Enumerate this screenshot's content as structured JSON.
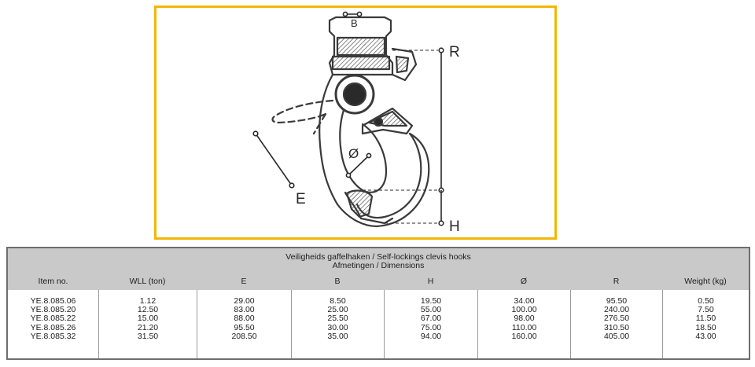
{
  "diagram": {
    "labels": {
      "r": "R",
      "h": "H",
      "e": "E",
      "b": "B",
      "diameter": "Ø"
    },
    "frame_color": "#f2b705"
  },
  "table": {
    "title_line1": "Veiligheids gaffelhaken / Self-lockings clevis hooks",
    "title_line2": "Afmetingen / Dimensions",
    "header_color": "#c9c9c9",
    "columns": [
      "Item no.",
      "WLL (ton)",
      "E",
      "B",
      "H",
      "Ø",
      "R",
      "Weight (kg)"
    ],
    "rows": [
      [
        "YE.8.085.06",
        "1.12",
        "29.00",
        "8.50",
        "19.50",
        "34.00",
        "95.50",
        "0.50"
      ],
      [
        "YE.8.085.20",
        "12.50",
        "83.00",
        "25.00",
        "55.00",
        "100.00",
        "240.00",
        "7.50"
      ],
      [
        "YE.8.085.22",
        "15.00",
        "88.00",
        "25.50",
        "67.00",
        "98.00",
        "276.50",
        "11.50"
      ],
      [
        "YE.8.085.26",
        "21.20",
        "95.50",
        "30.00",
        "75.00",
        "110.00",
        "310.50",
        "18.50"
      ],
      [
        "YE.8.085.32",
        "31.50",
        "208.50",
        "35.00",
        "94.00",
        "160.00",
        "405.00",
        "43.00"
      ]
    ]
  }
}
